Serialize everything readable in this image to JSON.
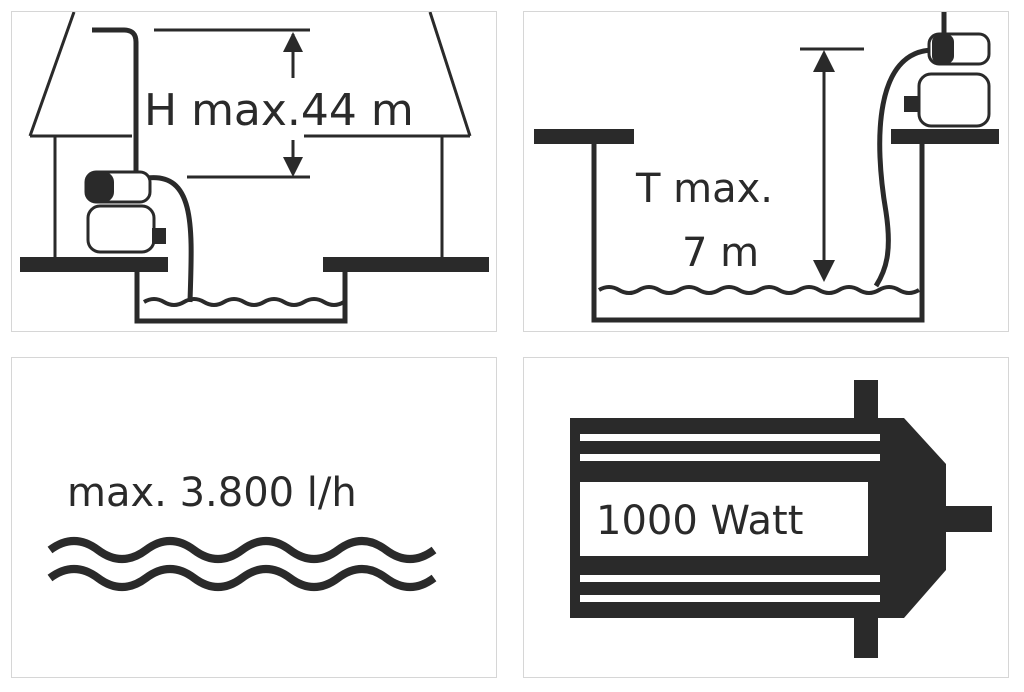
{
  "colors": {
    "ink": "#2a2a2a",
    "panel_border": "#d6d6d6",
    "background": "#ffffff"
  },
  "panels": {
    "head": {
      "label": "H max.44 m",
      "icon": "house-pump-lift-icon"
    },
    "suction": {
      "label_line1": "T max.",
      "label_line2": "7 m",
      "icon": "well-pump-suction-icon"
    },
    "flow": {
      "label": "max. 3.800 l/h",
      "icon": "water-waves-icon"
    },
    "power": {
      "label": "1000 Watt",
      "icon": "electric-motor-icon"
    }
  }
}
